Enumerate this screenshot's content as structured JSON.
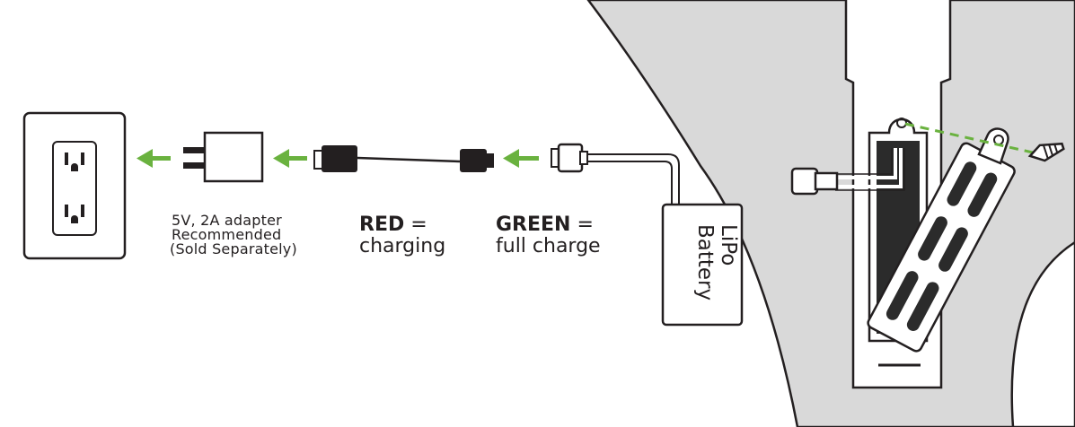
{
  "adapter": {
    "line1": "5V, 2A adapter",
    "line2": "Recommended",
    "line3": "(Sold Separately)"
  },
  "indicator_red": {
    "color_word": "RED",
    "equals": "=",
    "meaning": "charging"
  },
  "indicator_green": {
    "color_word": "GREEN",
    "equals": "=",
    "meaning": "full charge"
  },
  "battery": {
    "line1": "LiPo",
    "line2": "Battery"
  },
  "colors": {
    "arrow_green": "#6ab23f",
    "line_dark": "#231f20",
    "frame_gray": "#d9d9d9"
  }
}
